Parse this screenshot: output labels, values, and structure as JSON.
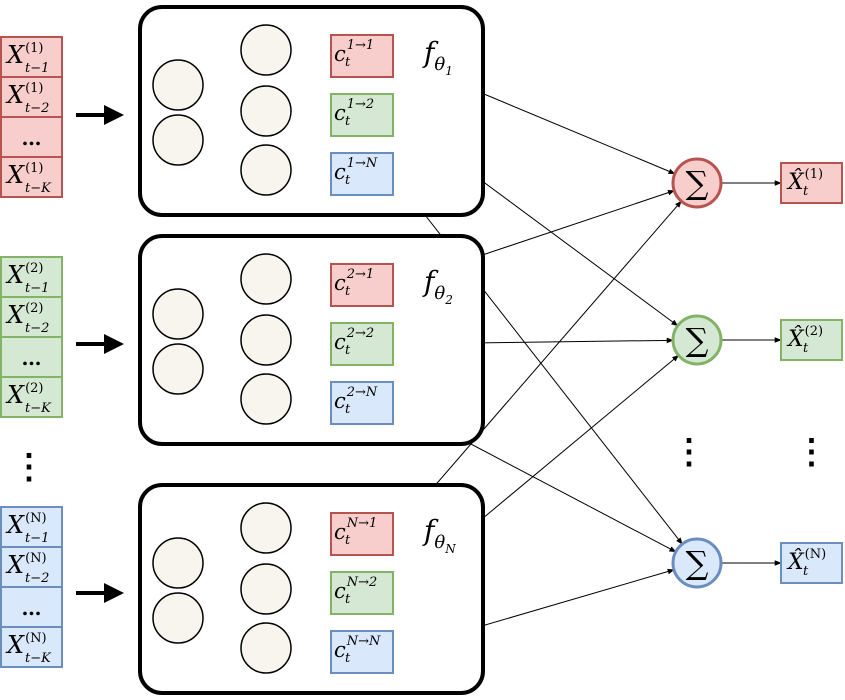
{
  "colors": {
    "red_fill": "#f8cecc",
    "red_stroke": "#b85450",
    "green_fill": "#d5e8d4",
    "green_stroke": "#82b366",
    "blue_fill": "#dae8fc",
    "blue_stroke": "#6c8ebf",
    "node_fill": "#f8f5ee",
    "line": "#000000"
  },
  "inputs": [
    {
      "color": "red",
      "sup": "(1)",
      "cells": [
        {
          "sub": "t−1"
        },
        {
          "sub": "t−2"
        },
        {
          "dots": "…"
        },
        {
          "sub": "t−K"
        }
      ]
    },
    {
      "color": "green",
      "sup": "(2)",
      "cells": [
        {
          "sub": "t−1"
        },
        {
          "sub": "t−2"
        },
        {
          "dots": "…"
        },
        {
          "sub": "t−K"
        }
      ]
    },
    {
      "color": "blue",
      "sup": "(N)",
      "cells": [
        {
          "sub": "t−1"
        },
        {
          "sub": "t−2"
        },
        {
          "dots": "…"
        },
        {
          "sub": "t−K"
        }
      ]
    }
  ],
  "input_symbol": "X",
  "networks": [
    {
      "f_sub": "1",
      "outputs": [
        {
          "label": "1→1",
          "color": "red"
        },
        {
          "label": "1→2",
          "color": "green"
        },
        {
          "label": "1→N",
          "color": "blue"
        }
      ]
    },
    {
      "f_sub": "2",
      "outputs": [
        {
          "label": "2→1",
          "color": "red"
        },
        {
          "label": "2→2",
          "color": "green"
        },
        {
          "label": "2→N",
          "color": "blue"
        }
      ]
    },
    {
      "f_sub": "N",
      "outputs": [
        {
          "label": "N→1",
          "color": "red"
        },
        {
          "label": "N→2",
          "color": "green"
        },
        {
          "label": "N→N",
          "color": "blue"
        }
      ]
    }
  ],
  "f_symbol": "f",
  "theta_symbol": "θ",
  "c_symbol": "c",
  "c_sub": "t",
  "sum_symbol": "∑",
  "results": [
    {
      "sup": "(1)",
      "color": "red"
    },
    {
      "sup": "(2)",
      "color": "green"
    },
    {
      "sup": "(N)",
      "color": "blue"
    }
  ],
  "result_symbol": "X̂",
  "result_sub": "t",
  "vertical_dots": "⋮"
}
